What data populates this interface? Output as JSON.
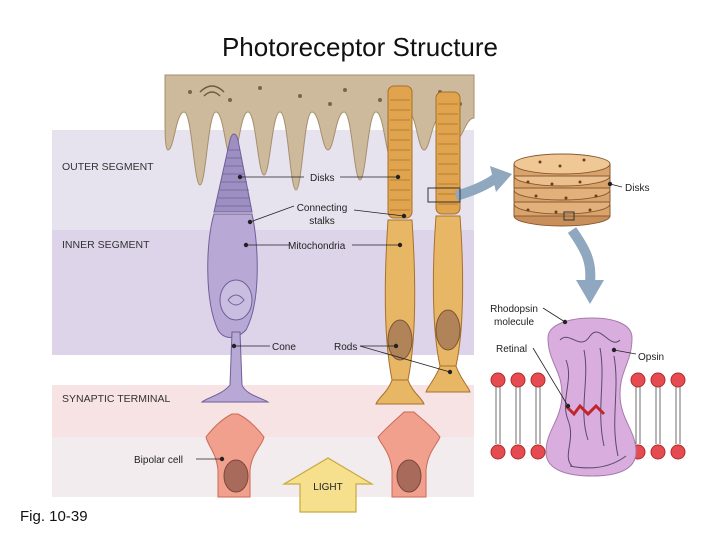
{
  "title": "Photoreceptor Structure",
  "figure_label": "Fig. 10-39",
  "zones": {
    "outer_segment": "OUTER SEGMENT",
    "inner_segment": "INNER SEGMENT",
    "synaptic_terminal": "SYNAPTIC TERMINAL"
  },
  "labels": {
    "disks_rod": "Disks",
    "disks_stack": "Disks",
    "connecting_stalks_line1": "Connecting",
    "connecting_stalks_line2": "stalks",
    "mitochondria": "Mitochondria",
    "rhodopsin_line1": "Rhodopsin",
    "rhodopsin_line2": "molecule",
    "cone": "Cone",
    "rods": "Rods",
    "retinal": "Retinal",
    "opsin": "Opsin",
    "bipolar_cell": "Bipolar cell",
    "light": "LIGHT"
  },
  "colors": {
    "outer_band": "#e6e3ee",
    "inner_band": "#ddd4ea",
    "synaptic_band": "#f7e2e4",
    "epithelium": "#cdb99b",
    "cone": "#b8a8d6",
    "rod": "#e8b766",
    "bipolar": "#f2a08e",
    "rhodopsin": "#d9aede",
    "light_arrow": "#f6e08e"
  }
}
